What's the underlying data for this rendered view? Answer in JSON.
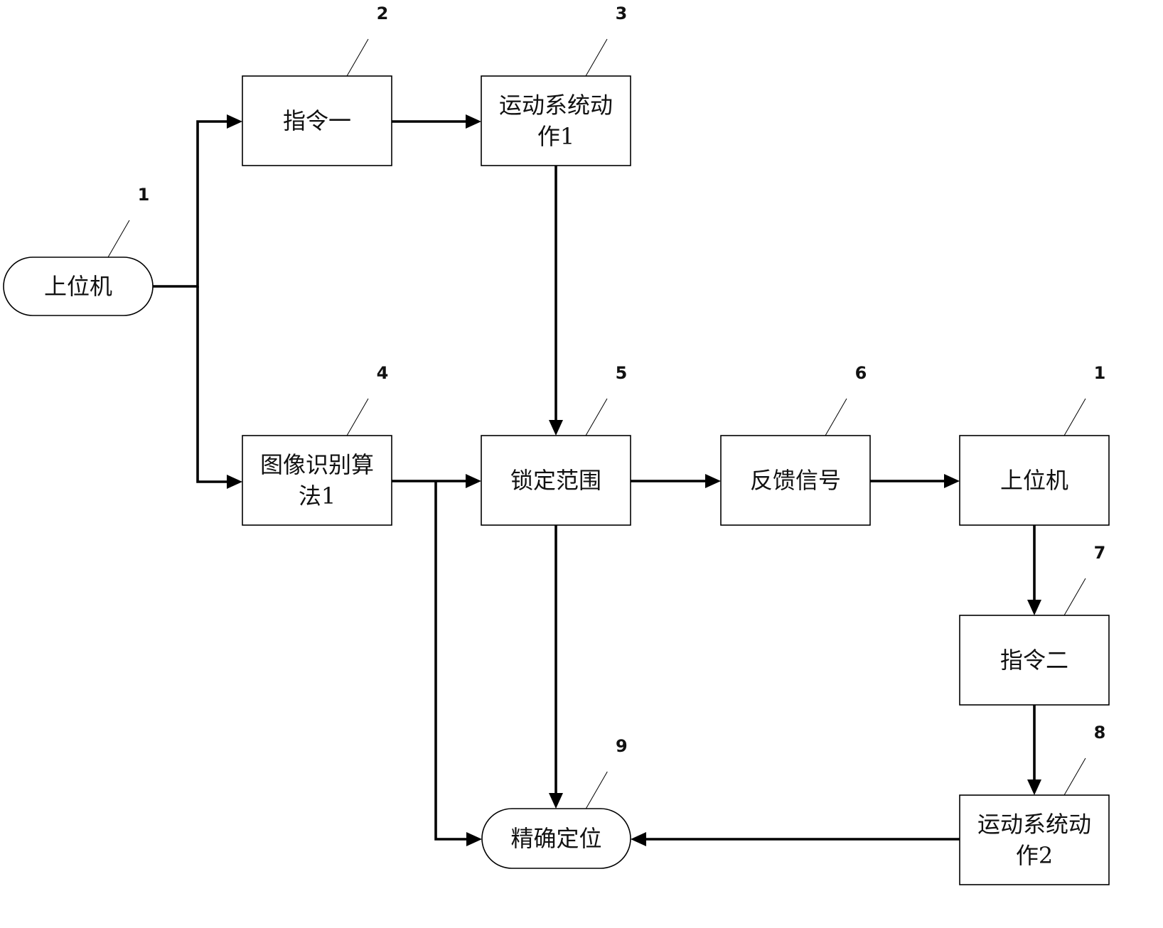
{
  "diagram": {
    "type": "flowchart",
    "colors": {
      "line": "#000000",
      "background": "#ffffff"
    },
    "nodes": [
      {
        "id": "n1a",
        "ref": "1",
        "shape": "terminal",
        "lines": [
          "上位机"
        ]
      },
      {
        "id": "n2",
        "ref": "2",
        "shape": "box",
        "lines": [
          "指令一"
        ]
      },
      {
        "id": "n3",
        "ref": "3",
        "shape": "box",
        "lines": [
          "运动系统动",
          "作1"
        ]
      },
      {
        "id": "n4",
        "ref": "4",
        "shape": "box",
        "lines": [
          "图像识别算",
          "法1"
        ]
      },
      {
        "id": "n5",
        "ref": "5",
        "shape": "box",
        "lines": [
          "锁定范围"
        ]
      },
      {
        "id": "n6",
        "ref": "6",
        "shape": "box",
        "lines": [
          "反馈信号"
        ]
      },
      {
        "id": "n1b",
        "ref": "1",
        "shape": "box",
        "lines": [
          "上位机"
        ]
      },
      {
        "id": "n7",
        "ref": "7",
        "shape": "box",
        "lines": [
          "指令二"
        ]
      },
      {
        "id": "n8",
        "ref": "8",
        "shape": "box",
        "lines": [
          "运动系统动",
          "作2"
        ]
      },
      {
        "id": "n9",
        "ref": "9",
        "shape": "terminal",
        "lines": [
          "精确定位"
        ]
      }
    ],
    "edges": [
      {
        "from": "n1a",
        "to": "n2"
      },
      {
        "from": "n1a",
        "to": "n4"
      },
      {
        "from": "n2",
        "to": "n3"
      },
      {
        "from": "n3",
        "to": "n5"
      },
      {
        "from": "n4",
        "to": "n5"
      },
      {
        "from": "n4",
        "to": "n9"
      },
      {
        "from": "n5",
        "to": "n6"
      },
      {
        "from": "n5",
        "to": "n9"
      },
      {
        "from": "n6",
        "to": "n1b"
      },
      {
        "from": "n1b",
        "to": "n7"
      },
      {
        "from": "n7",
        "to": "n8"
      },
      {
        "from": "n8",
        "to": "n9"
      }
    ]
  }
}
